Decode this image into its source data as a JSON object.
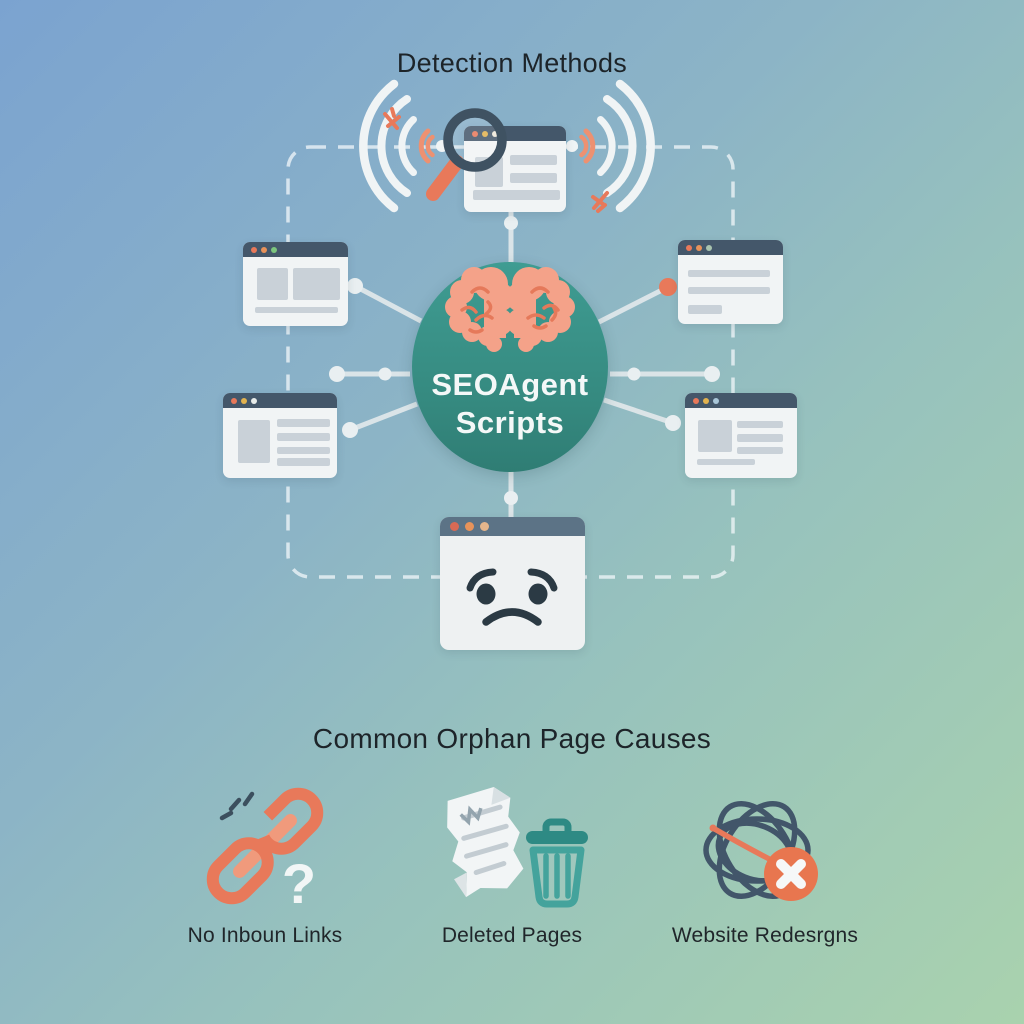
{
  "colors": {
    "bg_top_left": "#7ba3d0",
    "bg_bottom_right": "#a9d2ae",
    "hub_teal": "#39918a",
    "brain_salmon": "#f4a289",
    "brain_outline": "#e5795a",
    "accent_orange": "#e8795a",
    "window_header_slate": "#44576a",
    "sad_header_slate": "#5c7386",
    "tangle_slate": "#42566a",
    "trash_teal": "#44a39c",
    "connector_gray": "#dfe7ea",
    "title_text": "#1d2429"
  },
  "sections": {
    "detection": {
      "title": "Detection Methods"
    },
    "causes": {
      "title": "Common Orphan Page Causes"
    }
  },
  "hub": {
    "label_line1": "SEOAgent",
    "label_line2": "Scripts",
    "icon": "brain-icon"
  },
  "diagram": {
    "nodes": [
      {
        "id": "top",
        "icon": "browser-window-search-icon"
      },
      {
        "id": "top-left",
        "icon": "browser-window-icon"
      },
      {
        "id": "top-right",
        "icon": "browser-window-icon"
      },
      {
        "id": "bottom-left",
        "icon": "browser-window-icon"
      },
      {
        "id": "bottom-right",
        "icon": "browser-window-icon"
      },
      {
        "id": "bottom",
        "icon": "sad-face-browser-icon"
      }
    ]
  },
  "causes": {
    "items": [
      {
        "label": "No Inboun Links",
        "icon": "broken-chain-icon"
      },
      {
        "label": "Deleted Pages",
        "icon": "deleted-page-trash-icon"
      },
      {
        "label": "Website Redesrgns",
        "icon": "tangled-redesign-icon"
      }
    ]
  },
  "question_mark": "?"
}
